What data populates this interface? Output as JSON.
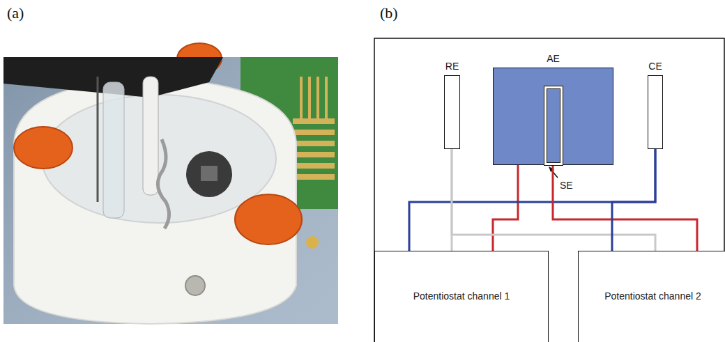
{
  "diagram": {
    "nodes": [
      {
        "text": [
          "RE"
        ]
      },
      {
        "text": [
          "AE"
        ]
      },
      {
        "text": [
          "SE"
        ],
        "in": 1
      },
      {
        "text": [
          "CE"
        ]
      },
      {
        "text": [
          "Potentiostat channel 1"
        ]
      },
      {
        "text": [
          "Potentiostat channel 2"
        ]
      }
    ],
    "edges": [
      {
        "from": 4,
        "to": 0,
        "arrow": "none"
      },
      {
        "from": 4,
        "to": 1,
        "arrow": "none"
      },
      {
        "from": 4,
        "to": 3,
        "arrow": "none"
      },
      {
        "from": 5,
        "to": 0,
        "arrow": "none"
      },
      {
        "from": 5,
        "to": 2,
        "arrow": "none"
      },
      {
        "from": 5,
        "to": 3,
        "arrow": "none"
      }
    ],
    "labels": [
      "(a)",
      "(b)"
    ]
  }
}
